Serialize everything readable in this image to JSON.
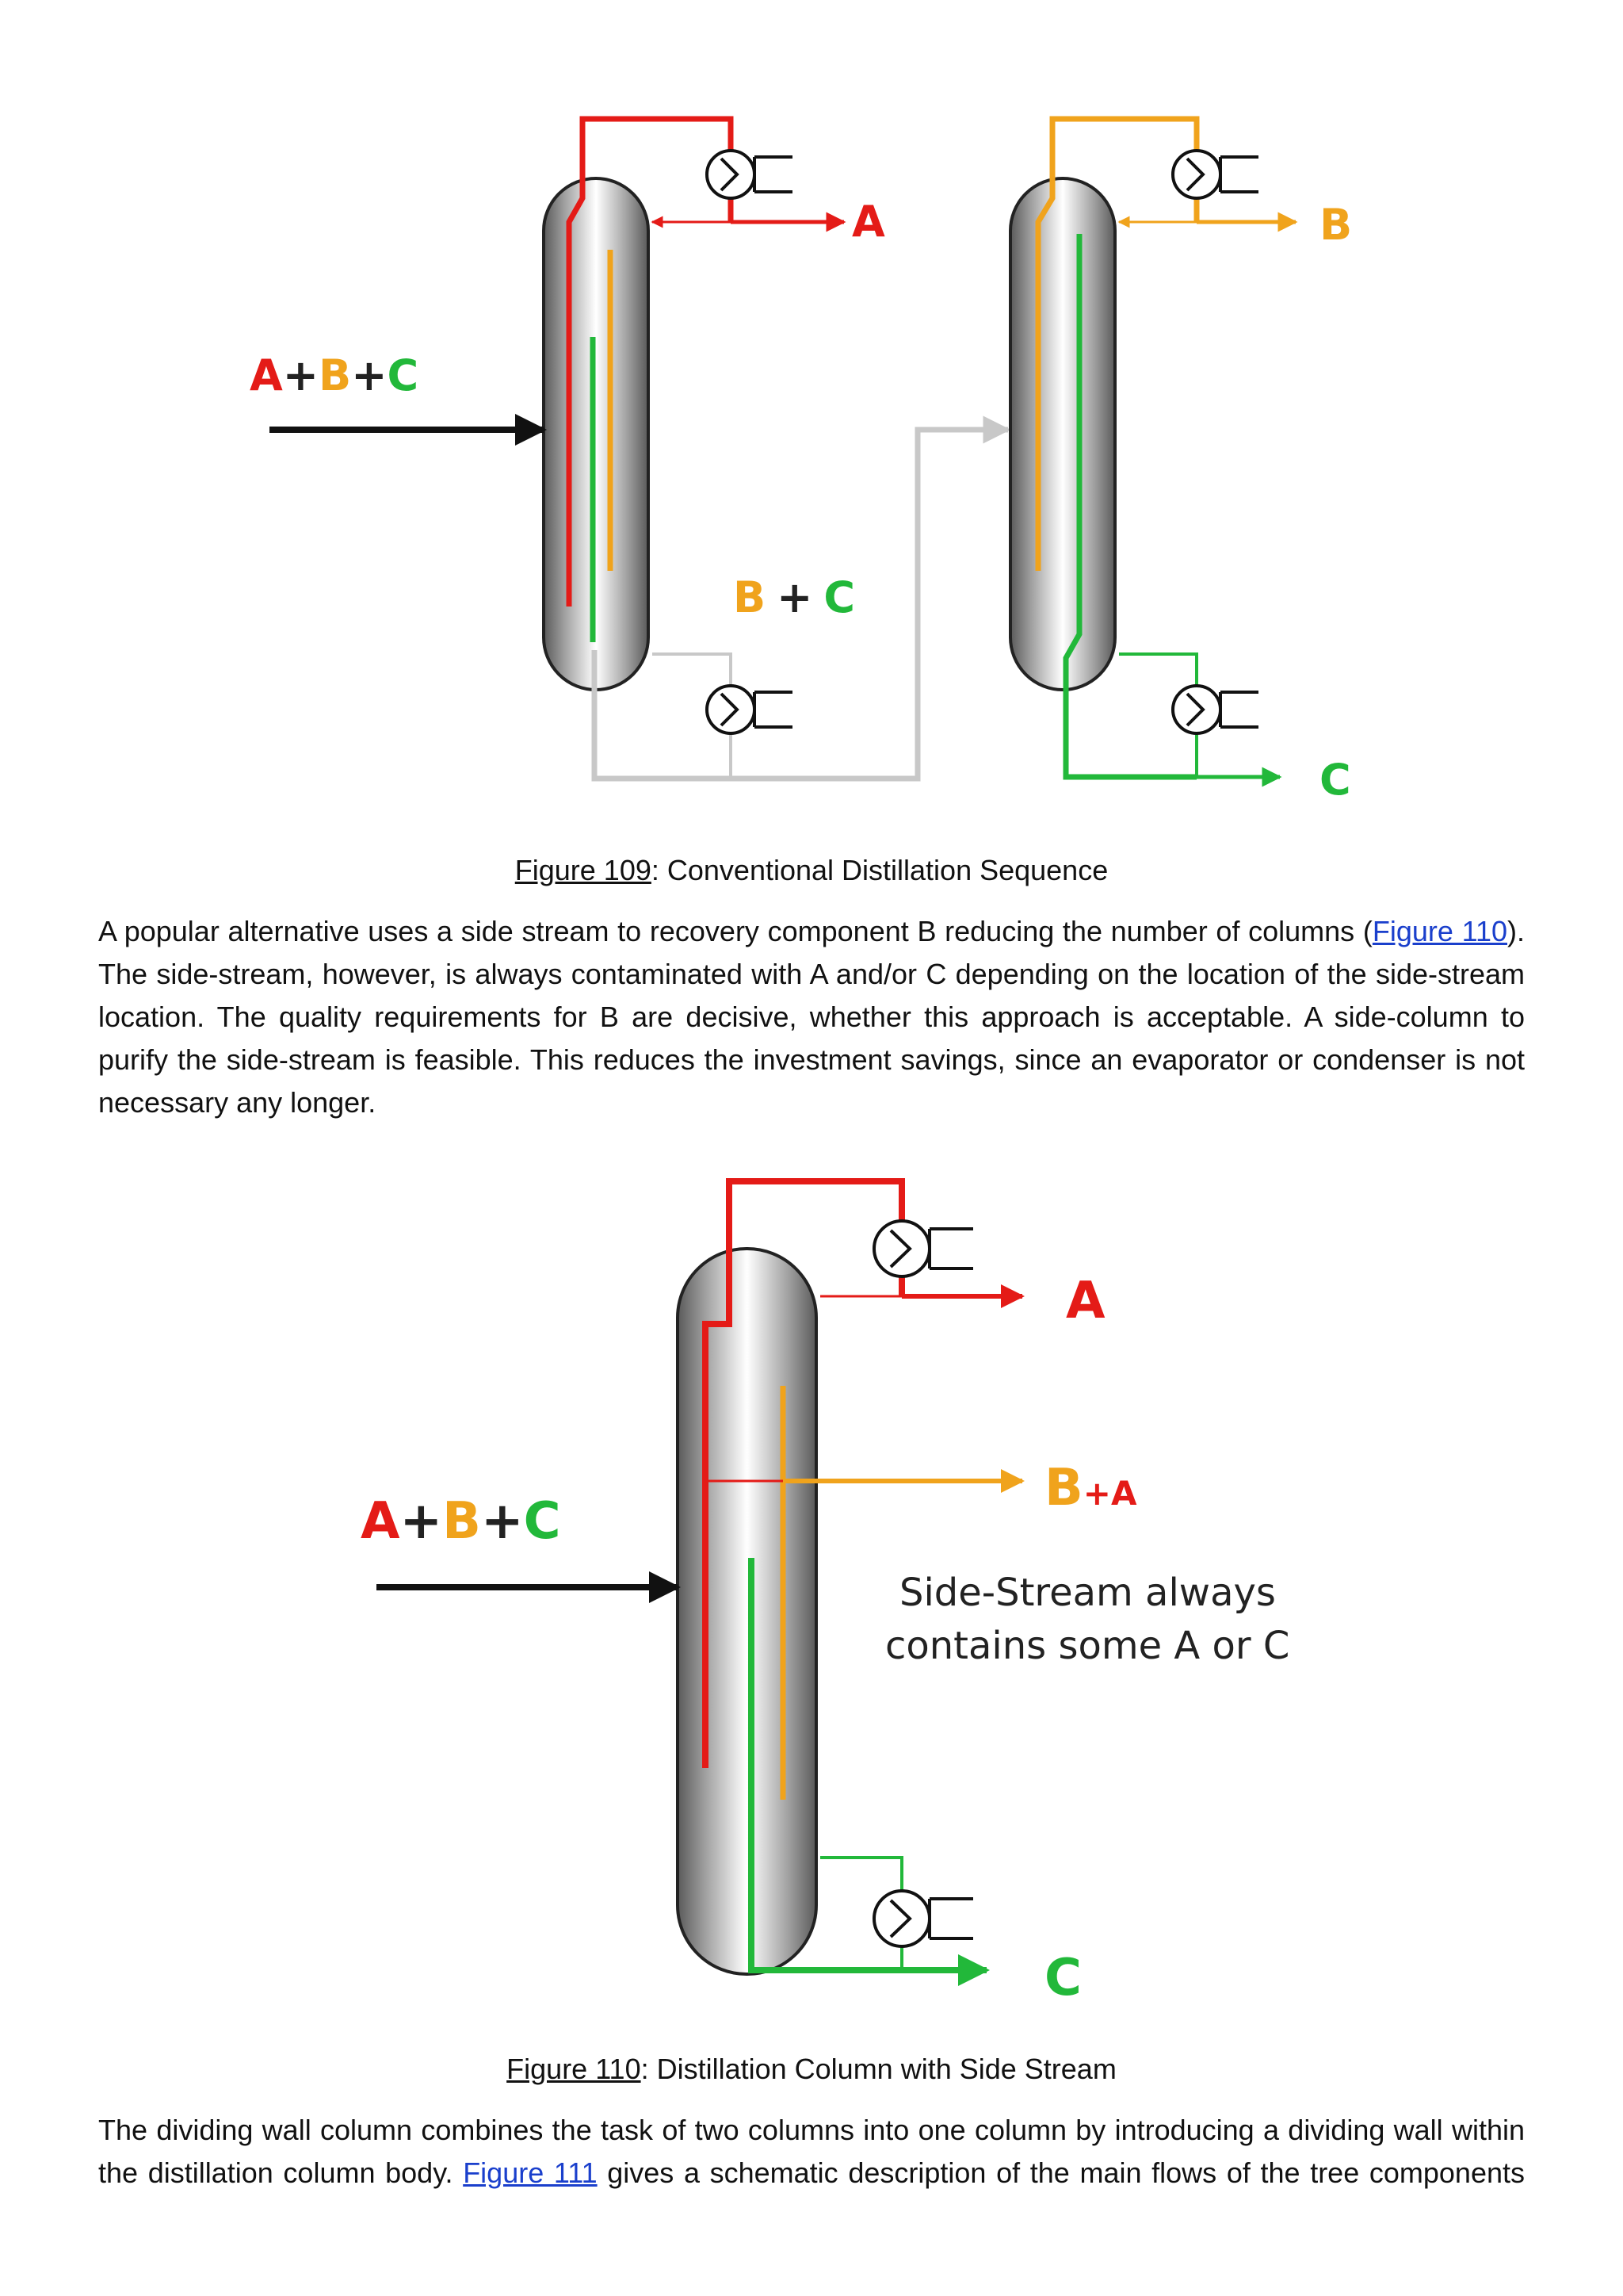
{
  "figure1": {
    "feed_label": [
      "A",
      "+",
      "B",
      "+",
      "C"
    ],
    "top_product": "A",
    "bottom_label": [
      "B",
      "+",
      "C"
    ],
    "col2_top_product": "B",
    "col2_bottom_product": "C",
    "caption_ref": "Figure 109",
    "caption_text": ": Conventional Distillation Sequence"
  },
  "paragraph1": {
    "text1": "A popular alternative uses a side stream to recovery component B reducing the number of columns (",
    "link": "Figure 110",
    "text2": "). The side-stream, however, is always contaminated with A and/or C depending on the location of the side-stream location. The quality requirements for B are decisive, whether this approach is acceptable. A side-column to purify the side-stream is feasible. This reduces the investment savings, since an evaporator or condenser is not necessary any longer."
  },
  "figure2": {
    "feed_label": [
      "A",
      "+",
      "B",
      "+",
      "C"
    ],
    "top_product": "A",
    "side_product": [
      "B",
      "+A"
    ],
    "bottom_product": "C",
    "note_line1": "Side-Stream always",
    "note_line2": "contains some A or C",
    "caption_ref": "Figure 110",
    "caption_text": ": Distillation Column with Side Stream"
  },
  "paragraph2": {
    "text1": "The dividing wall column combines the task of two columns into one column by introducing a dividing wall within the distillation column body. ",
    "link": "Figure 111",
    "text2": " gives a schematic description of the main flows of the tree components"
  },
  "colors": {
    "red": "#e41b17",
    "orange": "#f0a31c",
    "green": "#22b83a",
    "gray": "#c8c8c8",
    "link": "#1a3fcc"
  }
}
